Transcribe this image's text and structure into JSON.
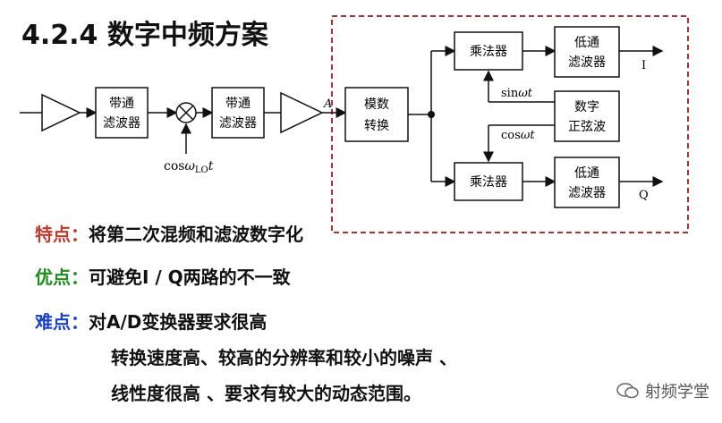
{
  "title": "4.2.4 数字中频方案",
  "diagram": {
    "blocks": {
      "bpf1": [
        "带通",
        "滤波器"
      ],
      "bpf2": [
        "带通",
        "滤波器"
      ],
      "adc": [
        "模数",
        "转换"
      ],
      "mixer_i": "乘法器",
      "mixer_q": "乘法器",
      "lpf_i": [
        "低通",
        "滤波器"
      ],
      "lpf_q": [
        "低通",
        "滤波器"
      ],
      "nco": [
        "数字",
        "正弦波"
      ]
    },
    "labels": {
      "lo": "cosω_LO t",
      "a": "A",
      "sin": "sinωt",
      "cos": "cosωt",
      "out_i": "I",
      "out_q": "Q"
    },
    "colors": {
      "dashed_box": "#b03030",
      "lines": "#111111"
    }
  },
  "notes": [
    {
      "label": "特点：",
      "text": "将第二次混频和滤波数字化",
      "color": "#c0392b"
    },
    {
      "label": "优点：",
      "text": "可避免I / Q两路的不一致",
      "color": "#1e8c1e"
    },
    {
      "label": "难点：",
      "text": "对A/D变换器要求很高",
      "color": "#1a3fc8"
    }
  ],
  "details": [
    "转换速度高、较高的分辨率和较小的噪声 、",
    "线性度很高 、要求有较大的动态范围。"
  ],
  "watermark": "射频学堂"
}
